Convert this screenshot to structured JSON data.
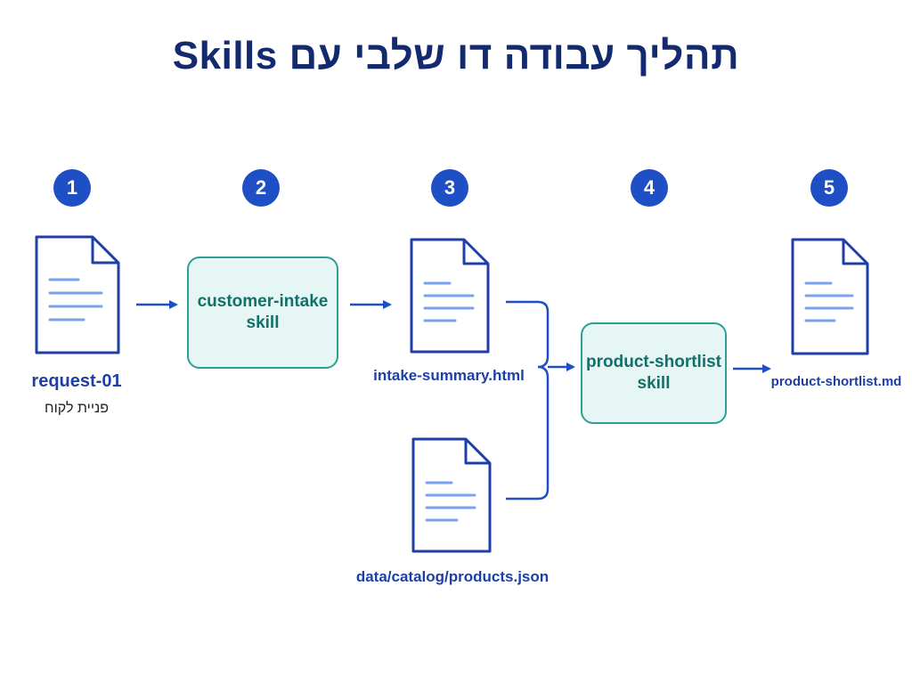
{
  "title": "תהליך עבודה דו שלבי עם Skills",
  "steps": [
    "1",
    "2",
    "3",
    "4",
    "5"
  ],
  "documents": {
    "request": {
      "label": "request-01",
      "sublabel": "פניית לקוח"
    },
    "intake_summary": {
      "label": "intake-summary.html"
    },
    "catalog": {
      "label": "data/catalog/products.json"
    },
    "shortlist": {
      "label": "product-shortlist.md"
    }
  },
  "skills": {
    "customer_intake": {
      "line1": "customer-intake",
      "line2": "skill"
    },
    "product_shortlist": {
      "line1": "product-shortlist",
      "line2": "skill"
    }
  },
  "colors": {
    "title": "#142a6e",
    "badge": "#1f4fc4",
    "doc_stroke": "#1f3fa6",
    "doc_lines": "#7aa2ee",
    "skill_fill": "#e6f6f4",
    "skill_border": "#2f9f94",
    "skill_text": "#12706b",
    "arrow": "#1f4fc4"
  },
  "icons": [
    "document-icon",
    "arrow-right-icon"
  ]
}
